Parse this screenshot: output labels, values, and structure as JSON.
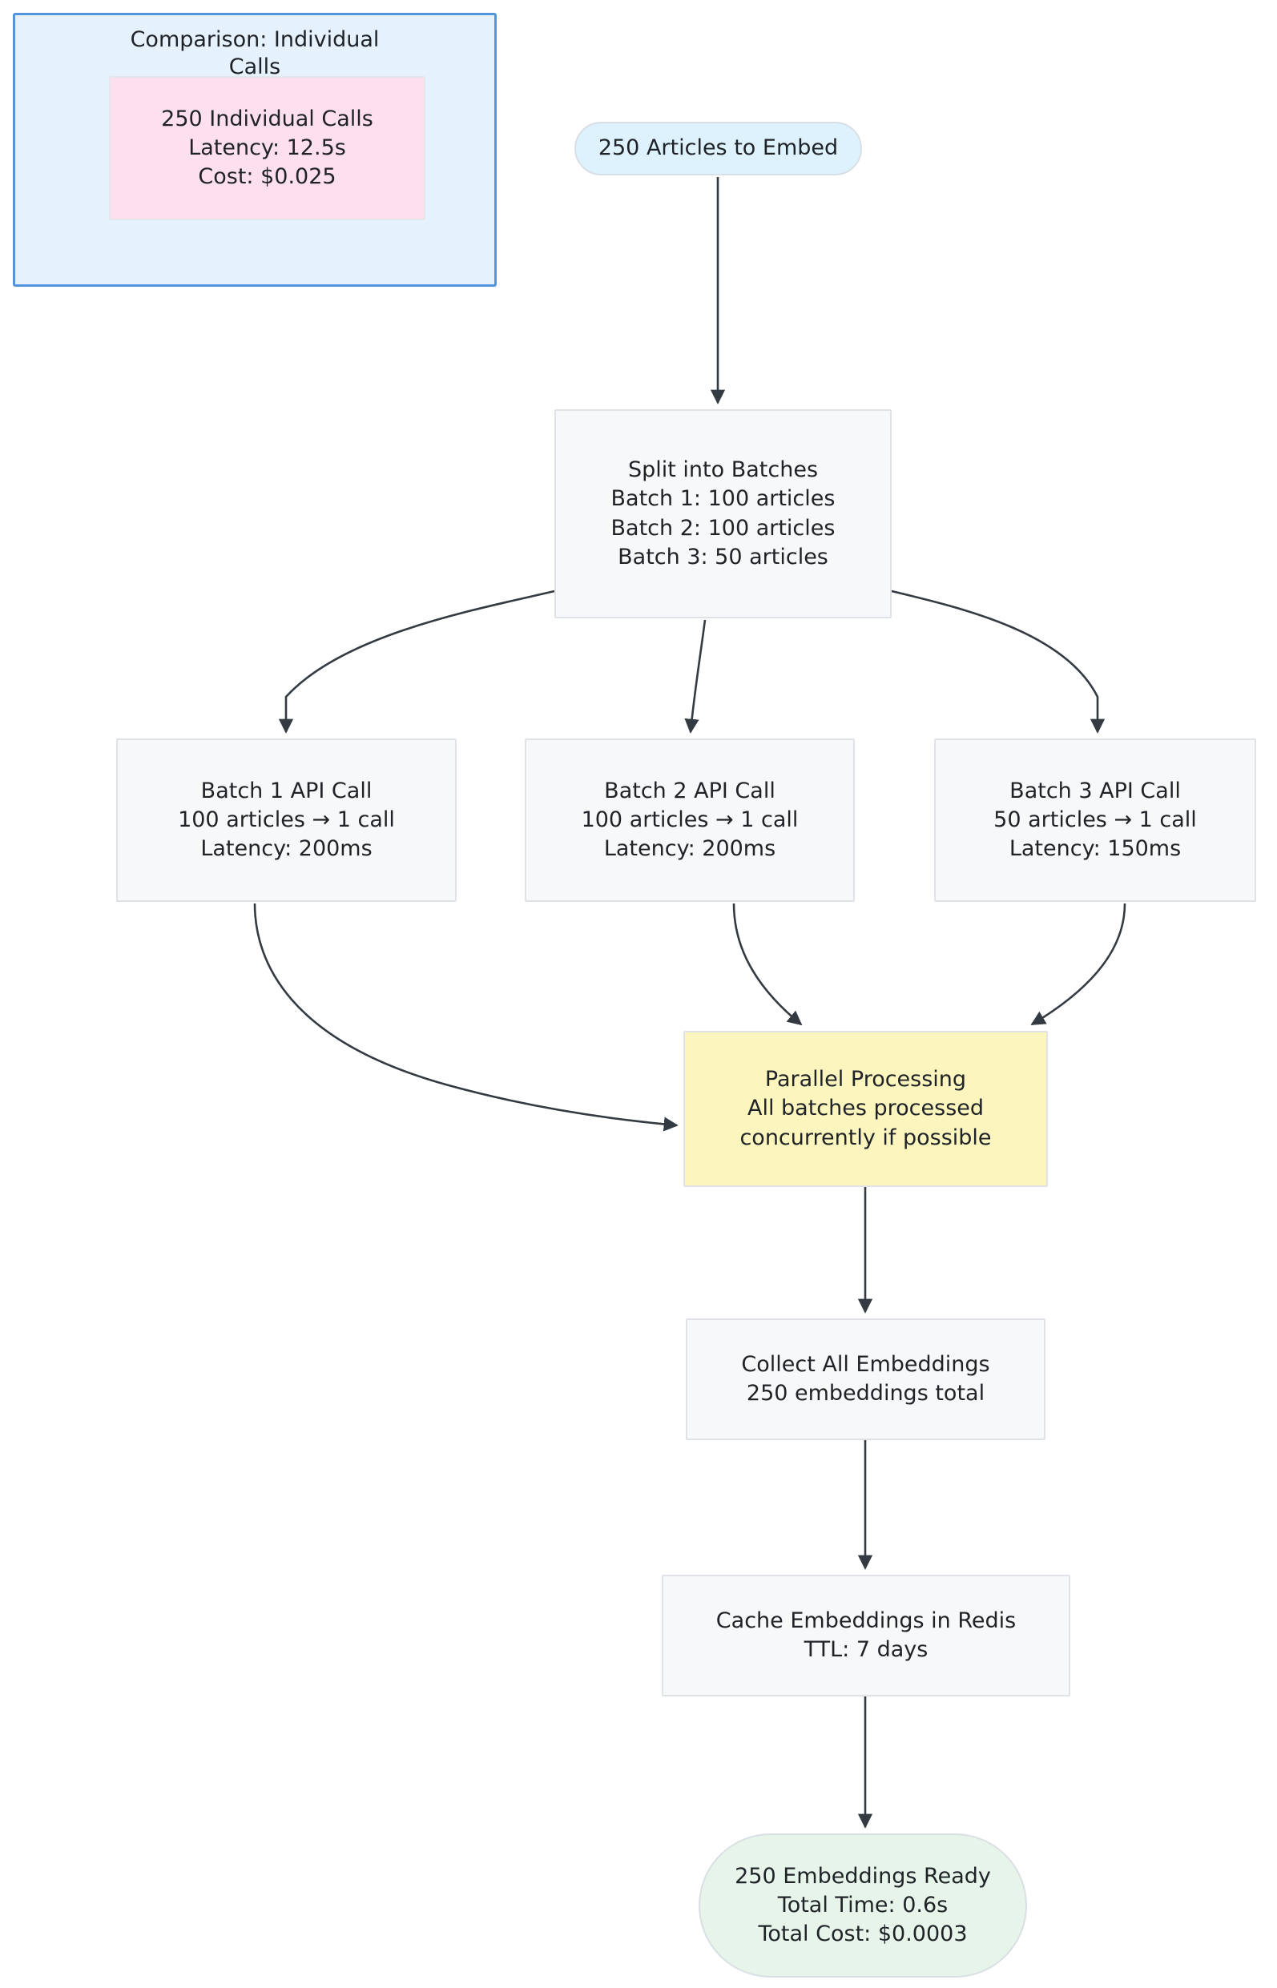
{
  "diagram": {
    "type": "flowchart",
    "direction": "top-down",
    "title_cluster": "Comparison: Individual Calls"
  },
  "cluster": {
    "label": "Comparison: Individual Calls",
    "border_color": "#5294dd",
    "fill_color": "#e5f1fc"
  },
  "nodes": {
    "individual_calls": {
      "shape": "rect",
      "fill": "#fddfed",
      "lines": [
        "250 Individual Calls",
        "Latency: 12.5s",
        "Cost: $0.025"
      ]
    },
    "start": {
      "shape": "stadium",
      "fill": "#ddf2fd",
      "lines": [
        "250 Articles to Embed"
      ]
    },
    "split": {
      "shape": "rect",
      "fill": "#f6f8f9",
      "lines": [
        "Split into Batches",
        "Batch 1: 100 articles",
        "Batch 2: 100 articles",
        "Batch 3: 50 articles"
      ]
    },
    "batch1": {
      "shape": "rect",
      "fill": "#f6f8f9",
      "lines": [
        "Batch 1 API Call",
        "100 articles → 1 call",
        "Latency: 200ms"
      ]
    },
    "batch2": {
      "shape": "rect",
      "fill": "#f6f8f9",
      "lines": [
        "Batch 2 API Call",
        "100 articles → 1 call",
        "Latency: 200ms"
      ]
    },
    "batch3": {
      "shape": "rect",
      "fill": "#f6f8f9",
      "lines": [
        "Batch 3 API Call",
        "50 articles → 1 call",
        "Latency: 150ms"
      ]
    },
    "parallel": {
      "shape": "rect",
      "fill": "#fcf5be",
      "lines": [
        "Parallel Processing",
        "All batches processed",
        "concurrently if possible"
      ]
    },
    "collect": {
      "shape": "rect",
      "fill": "#f6f8f9",
      "lines": [
        "Collect All Embeddings",
        "250 embeddings total"
      ]
    },
    "cache": {
      "shape": "rect",
      "fill": "#f6f8f9",
      "lines": [
        "Cache Embeddings in Redis",
        "TTL: 7 days"
      ]
    },
    "end": {
      "shape": "stadium",
      "fill": "#e6f4e9",
      "lines": [
        "250 Embeddings Ready",
        "Total Time: 0.6s",
        "Total Cost: $0.0003"
      ]
    }
  },
  "edges": [
    {
      "from": "start",
      "to": "split"
    },
    {
      "from": "split",
      "to": "batch1"
    },
    {
      "from": "split",
      "to": "batch2"
    },
    {
      "from": "split",
      "to": "batch3"
    },
    {
      "from": "batch1",
      "to": "parallel"
    },
    {
      "from": "batch2",
      "to": "parallel"
    },
    {
      "from": "batch3",
      "to": "parallel"
    },
    {
      "from": "parallel",
      "to": "collect"
    },
    {
      "from": "collect",
      "to": "cache"
    },
    {
      "from": "cache",
      "to": "end"
    }
  ],
  "colors": {
    "edge": "#333a42",
    "node_border": "#dfe3e8",
    "node_fill": "#f6f8f9",
    "text": "#1f2328"
  }
}
